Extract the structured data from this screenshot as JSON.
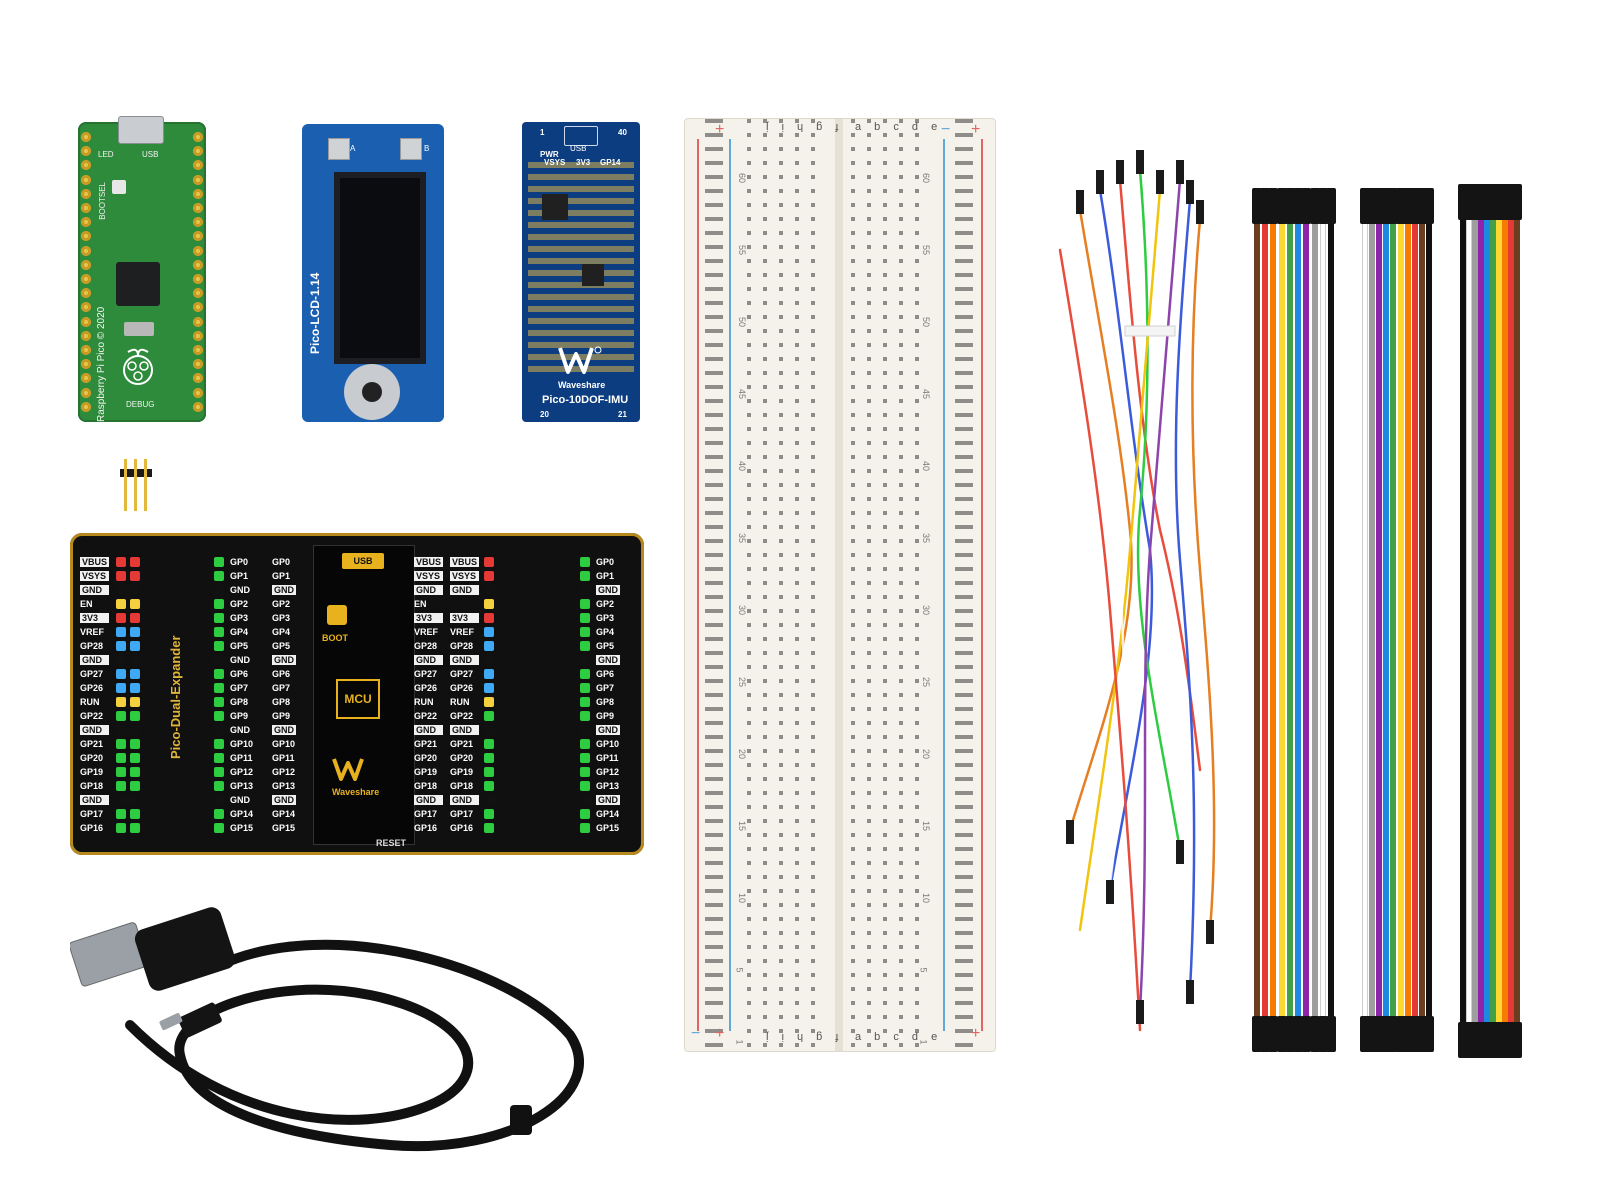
{
  "pico": {
    "label_usb": "USB",
    "label_led": "LED",
    "label_bootsel": "BOOTSEL",
    "label_name": "Raspberry Pi Pico © 2020",
    "label_debug": "DEBUG"
  },
  "lcd": {
    "name": "Pico-LCD-1.14",
    "btn_a": "A",
    "btn_b": "B"
  },
  "imu": {
    "pin_1": "1",
    "pin_40": "40",
    "pin_20": "20",
    "pin_21": "21",
    "usb": "USB",
    "pwr": "PWR",
    "vsys": "VSYS",
    "v3v3": "3V3",
    "gp14": "GP14",
    "brand": "Waveshare",
    "name": "Pico-10DOF-IMU"
  },
  "expander": {
    "name": "Pico-Dual-Expander",
    "usb": "USB",
    "boot": "BOOT",
    "mcu": "MCU",
    "brand": "Waveshare",
    "reset": "RESET",
    "left_labels": [
      "VBUS",
      "VSYS",
      "GND",
      "EN",
      "3V3",
      "VREF",
      "GP28",
      "GND",
      "GP27",
      "GP26",
      "RUN",
      "GP22",
      "GND",
      "GP21",
      "GP20",
      "GP19",
      "GP18",
      "GND",
      "GP17",
      "GP16"
    ],
    "gp_left_a": [
      "GP0",
      "GP1",
      "GND",
      "GP2",
      "GP3",
      "GP4",
      "GP5",
      "GND",
      "GP6",
      "GP7",
      "GP8",
      "GP9",
      "GND",
      "GP10",
      "GP11",
      "GP12",
      "GP13",
      "GND",
      "GP14",
      "GP15"
    ],
    "gp_left_b": [
      "GP0",
      "GP1",
      "GND",
      "GP2",
      "GP3",
      "GP4",
      "GP5",
      "GND",
      "GP6",
      "GP7",
      "GP8",
      "GP9",
      "GND",
      "GP10",
      "GP11",
      "GP12",
      "GP13",
      "GND",
      "GP14",
      "GP15"
    ],
    "mid_right_a": [
      "VBUS",
      "VSYS",
      "GND",
      "EN",
      "3V3",
      "VREF",
      "GP28",
      "GND",
      "GP27",
      "GP26",
      "RUN",
      "GP22",
      "GND",
      "GP21",
      "GP20",
      "GP19",
      "GP18",
      "GND",
      "GP17",
      "GP16"
    ],
    "mid_right_b": [
      "VBUS",
      "VSYS",
      "GND",
      "",
      "3V3",
      "VREF",
      "GP28",
      "GND",
      "GP27",
      "GP26",
      "RUN",
      "GP22",
      "GND",
      "GP21",
      "GP20",
      "GP19",
      "GP18",
      "GND",
      "GP17",
      "GP16"
    ],
    "right_labels": [
      "GP0",
      "GP1",
      "GND",
      "GP2",
      "GP3",
      "GP4",
      "GP5",
      "GND",
      "GP6",
      "GP7",
      "GP8",
      "GP9",
      "GND",
      "GP10",
      "GP11",
      "GP12",
      "GP13",
      "GND",
      "GP14",
      "GP15"
    ],
    "pin_colors_left": [
      "#e53935",
      "#e53935",
      "#111111",
      "#f4d03f",
      "#e53935",
      "#3fa9f5",
      "#3fa9f5",
      "#111111",
      "#3fa9f5",
      "#3fa9f5",
      "#f4d03f",
      "#2ecc40",
      "#111111",
      "#2ecc40",
      "#2ecc40",
      "#2ecc40",
      "#2ecc40",
      "#111111",
      "#2ecc40",
      "#2ecc40"
    ],
    "pin_colors_gp": [
      "#2ecc40",
      "#2ecc40",
      "#111111",
      "#2ecc40",
      "#2ecc40",
      "#2ecc40",
      "#2ecc40",
      "#111111",
      "#2ecc40",
      "#2ecc40",
      "#2ecc40",
      "#2ecc40",
      "#111111",
      "#2ecc40",
      "#2ecc40",
      "#2ecc40",
      "#2ecc40",
      "#111111",
      "#2ecc40",
      "#2ecc40"
    ]
  },
  "breadboard": {
    "plus": "+",
    "minus": "−",
    "letters_left": "f g h i j",
    "letters_right": "a b c d e",
    "row_numbers": [
      "60",
      "55",
      "50",
      "45",
      "40",
      "35",
      "30",
      "25",
      "20",
      "15",
      "10",
      "5",
      "1"
    ]
  },
  "colors": {
    "rail_red": "#e06666",
    "rail_blue": "#5fa8d8",
    "board_gold": "#b88a1e"
  }
}
